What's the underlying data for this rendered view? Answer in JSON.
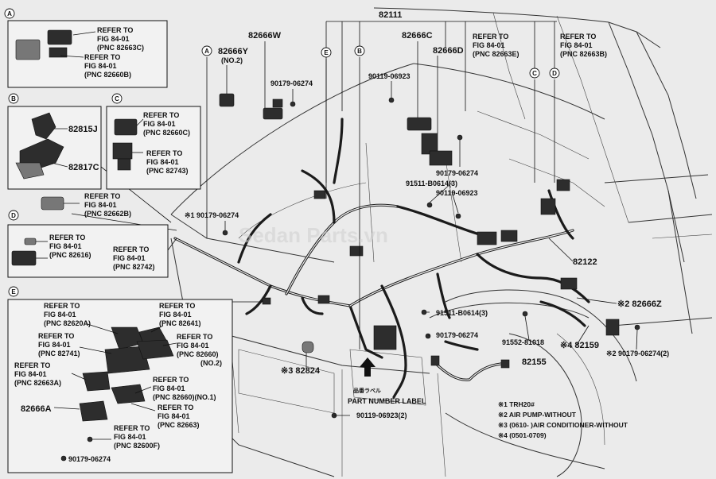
{
  "diagram": {
    "main_pnc": "82111",
    "refer_lines": {
      "l1": "REFER TO",
      "l2": "FIG 84-01"
    },
    "box_a": {
      "letter": "A",
      "refs": [
        {
          "pnc": "(PNC 82663C)"
        },
        {
          "pnc": "(PNC 82660B)"
        }
      ]
    },
    "box_b": {
      "letter": "B",
      "parts": [
        "82815J",
        "82817C"
      ]
    },
    "box_c": {
      "letter": "C",
      "refs": [
        {
          "pnc": "(PNC 82660C)"
        },
        {
          "pnc": "(PNC 82743)"
        }
      ]
    },
    "loose_ref": {
      "pnc": "(PNC 82662B)"
    },
    "box_d": {
      "letter": "D",
      "refs": [
        {
          "pnc": "(PNC 82616)"
        },
        {
          "pnc": "(PNC 82742)"
        }
      ]
    },
    "box_e": {
      "letter": "E",
      "refs": [
        {
          "pnc": "(PNC 82620A)"
        },
        {
          "pnc": "(PNC 82641)"
        },
        {
          "pnc": "(PNC 82741)"
        },
        {
          "pnc": "(PNC 82660)",
          "extra": "(NO.2)"
        },
        {
          "pnc": "(PNC 82663A)"
        },
        {
          "pnc": "(PNC 82660)(NO.1)"
        },
        {
          "pnc": "(PNC 82663)"
        },
        {
          "pnc": "(PNC 82600F)"
        }
      ],
      "part": "82666A",
      "bolt": "90179-06274"
    },
    "callouts": {
      "c_82666Y": "82666Y",
      "c_no2": "(NO.2)",
      "c_82666W": "82666W",
      "c_82666C": "82666C",
      "c_82666D": "82666D",
      "c_90179_a": "90179-06274",
      "c_90119_a": "90119-06923",
      "c_ref_663e_pnc": "(PNC 82663E)",
      "c_ref_663b_pnc": "(PNC 82663B)",
      "c_90179_b": "90179-06274",
      "c_91511_a": "91511-B0614(3)",
      "c_90119_b": "90119-06923",
      "c_x1_90179": "※1 90179-06274",
      "c_82122": "82122",
      "c_x2_82666Z": "※2 82666Z",
      "c_91511_b": "91511-B0614(3)",
      "c_90179_c": "90179-06274",
      "c_91552": "91552-81018",
      "c_x4_82159": "※4 82159",
      "c_x2_90179": "※2 90179-06274(2)",
      "c_x3_82824": "※3 82824",
      "c_82155": "82155",
      "c_label_jp": "品番ラベル",
      "c_part_number_label": "PART NUMBER LABEL",
      "c_90119_c": "90119-06923(2)"
    },
    "circle_markers": [
      "A",
      "E",
      "B",
      "C",
      "D"
    ],
    "notes": [
      "※1 TRH20#",
      "※2 AIR PUMP-WITHOUT",
      "※3 (0610-      )AIR CONDITIONER-WITHOUT",
      "※4 (0501-0709)"
    ],
    "watermark": "Sedan Parts.vn"
  }
}
